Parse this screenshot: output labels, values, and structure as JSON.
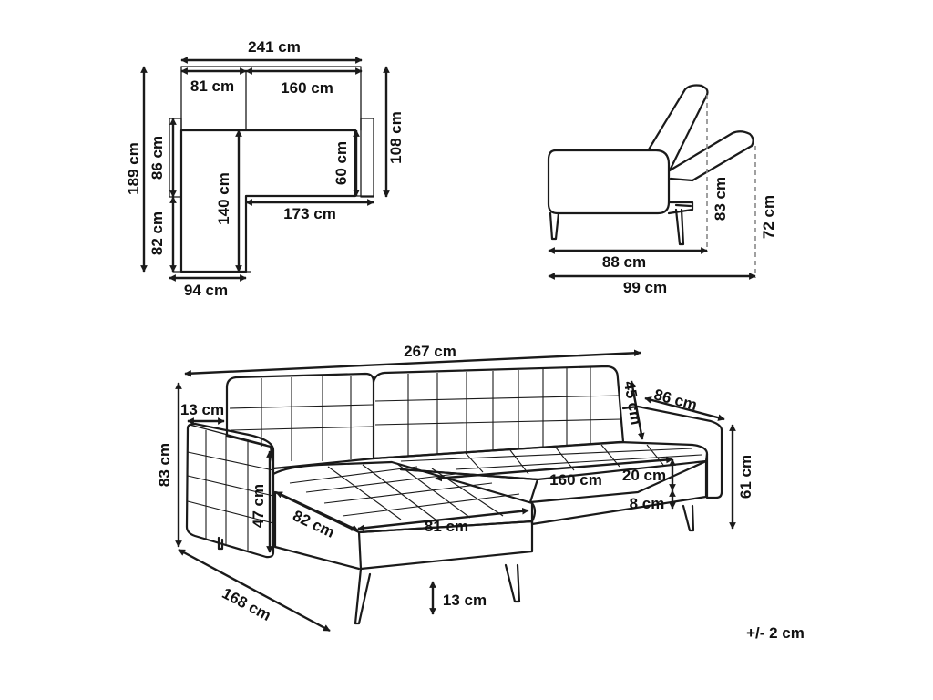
{
  "top_view": {
    "total_width": "241 cm",
    "chaise_width": "81 cm",
    "sofa_width": "160 cm",
    "total_depth": "189 cm",
    "left_upper_depth": "86 cm",
    "left_lower_depth": "82 cm",
    "chaise_inner_length": "140 cm",
    "seat_depth": "60 cm",
    "right_depth": "108 cm",
    "seat_length": "173 cm",
    "chaise_bottom_width": "94 cm"
  },
  "side_view": {
    "depth_upright": "88 cm",
    "depth_reclined": "99 cm",
    "height_upright": "83 cm",
    "height_reclined": "72 cm"
  },
  "front_view": {
    "total_length": "267 cm",
    "back_cushion_height": "45 cm",
    "arm_width": "13 cm",
    "arm_depth": "86 cm",
    "total_height": "83 cm",
    "arm_height": "47 cm",
    "chaise_seat_depth": "82 cm",
    "chaise_seat_width": "81 cm",
    "sofa_seat_width": "160 cm",
    "seat_height_offset": "20 cm",
    "seat_thickness": "8 cm",
    "seat_height": "61 cm",
    "chaise_length": "168 cm",
    "leg_height": "13 cm"
  },
  "tolerance": "+/- 2 cm",
  "colors": {
    "line": "#1a1a1a",
    "guide": "#888888"
  }
}
